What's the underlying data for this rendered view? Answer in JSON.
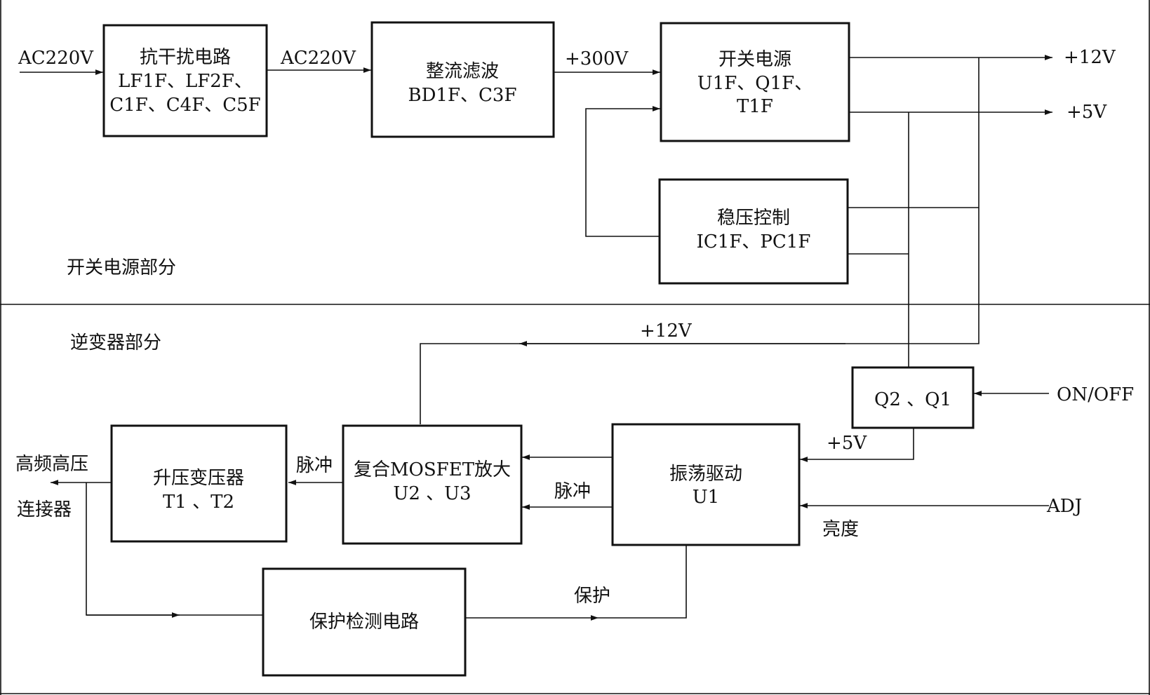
{
  "sections": {
    "switching_power": "开关电源部分",
    "inverter": "逆变器部分"
  },
  "blocks": {
    "emi_filter": {
      "title": "抗干扰电路",
      "line2": "LF1F、LF2F、",
      "line3": "C1F、C4F、C5F"
    },
    "rectifier": {
      "title": "整流滤波",
      "line2": "BD1F、C3F"
    },
    "smps": {
      "title": "开关电源",
      "line2": "U1F、Q1F、",
      "line3": "T1F"
    },
    "regulator": {
      "title": "稳压控制",
      "line2": "IC1F、PC1F"
    },
    "q_switch": {
      "title": "Q2 、Q1"
    },
    "oscillator": {
      "title": "振荡驱动",
      "line2": "U1"
    },
    "mosfet_amp": {
      "title": "复合MOSFET放大",
      "line2": "U2 、U3"
    },
    "step_up": {
      "title": "升压变压器",
      "line2": "T1 、T2"
    },
    "protection": {
      "title": "保护检测电路"
    }
  },
  "signals": {
    "ac_in": "AC220V",
    "ac_mid": "AC220V",
    "dc_300": "+300V",
    "out_12v": "+12V",
    "out_5v": "+5V",
    "rail_12v": "+12V",
    "in_5v": "+5V",
    "on_off": "ON/OFF",
    "adj": "ADJ",
    "brightness": "亮度",
    "pulse_1": "脉冲",
    "pulse_2": "脉冲",
    "protect": "保护",
    "hv_out_1": "高频高压",
    "hv_out_2": "连接器"
  }
}
